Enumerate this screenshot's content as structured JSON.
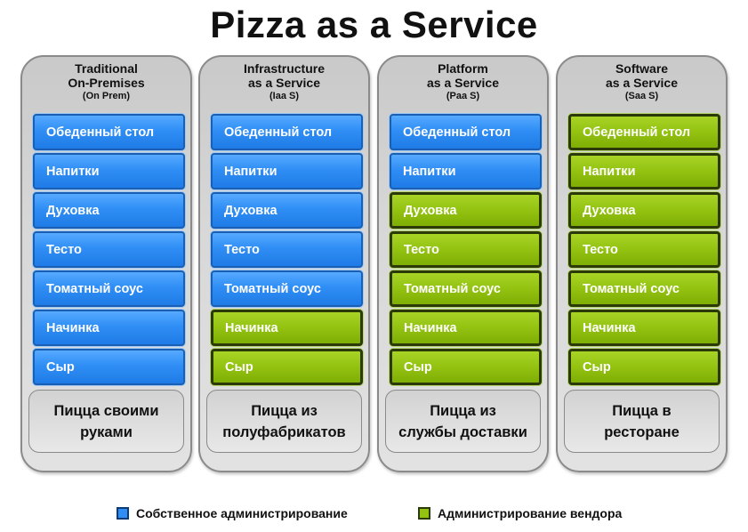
{
  "title": "Pizza as a Service",
  "colors": {
    "self": "#2f8ef5",
    "vendor": "#93c211"
  },
  "columns": [
    {
      "head": [
        "Traditional",
        "On-Premises"
      ],
      "abbr": "(On Prem)",
      "layers": [
        {
          "label": "Обеденный стол",
          "type": "self"
        },
        {
          "label": "Напитки",
          "type": "self"
        },
        {
          "label": "Духовка",
          "type": "self"
        },
        {
          "label": "Тесто",
          "type": "self"
        },
        {
          "label": "Томатный соус",
          "type": "self"
        },
        {
          "label": "Начинка",
          "type": "self"
        },
        {
          "label": "Сыр",
          "type": "self"
        }
      ],
      "result": [
        "Пицца своими",
        "руками"
      ]
    },
    {
      "head": [
        "Infrastructure",
        "as a Service"
      ],
      "abbr": "(Iaa S)",
      "layers": [
        {
          "label": "Обеденный стол",
          "type": "self"
        },
        {
          "label": "Напитки",
          "type": "self"
        },
        {
          "label": "Духовка",
          "type": "self"
        },
        {
          "label": "Тесто",
          "type": "self"
        },
        {
          "label": "Томатный соус",
          "type": "self"
        },
        {
          "label": "Начинка",
          "type": "vendor"
        },
        {
          "label": "Сыр",
          "type": "vendor"
        }
      ],
      "result": [
        "Пицца из",
        "полуфабрикатов"
      ]
    },
    {
      "head": [
        "Platform",
        "as a Service"
      ],
      "abbr": "(Paa S)",
      "layers": [
        {
          "label": "Обеденный стол",
          "type": "self"
        },
        {
          "label": "Напитки",
          "type": "self"
        },
        {
          "label": "Духовка",
          "type": "vendor"
        },
        {
          "label": "Тесто",
          "type": "vendor"
        },
        {
          "label": "Томатный соус",
          "type": "vendor"
        },
        {
          "label": "Начинка",
          "type": "vendor"
        },
        {
          "label": "Сыр",
          "type": "vendor"
        }
      ],
      "result": [
        "Пицца из",
        "службы доставки"
      ]
    },
    {
      "head": [
        "Software",
        "as a Service"
      ],
      "abbr": "(Saa S)",
      "layers": [
        {
          "label": "Обеденный стол",
          "type": "vendor"
        },
        {
          "label": "Напитки",
          "type": "vendor"
        },
        {
          "label": "Духовка",
          "type": "vendor"
        },
        {
          "label": "Тесто",
          "type": "vendor"
        },
        {
          "label": "Томатный соус",
          "type": "vendor"
        },
        {
          "label": "Начинка",
          "type": "vendor"
        },
        {
          "label": "Сыр",
          "type": "vendor"
        }
      ],
      "result": [
        "Пицца в",
        "ресторане"
      ]
    }
  ],
  "legend": {
    "self": "Собственное администрирование",
    "vendor": "Администрирование вендора"
  }
}
